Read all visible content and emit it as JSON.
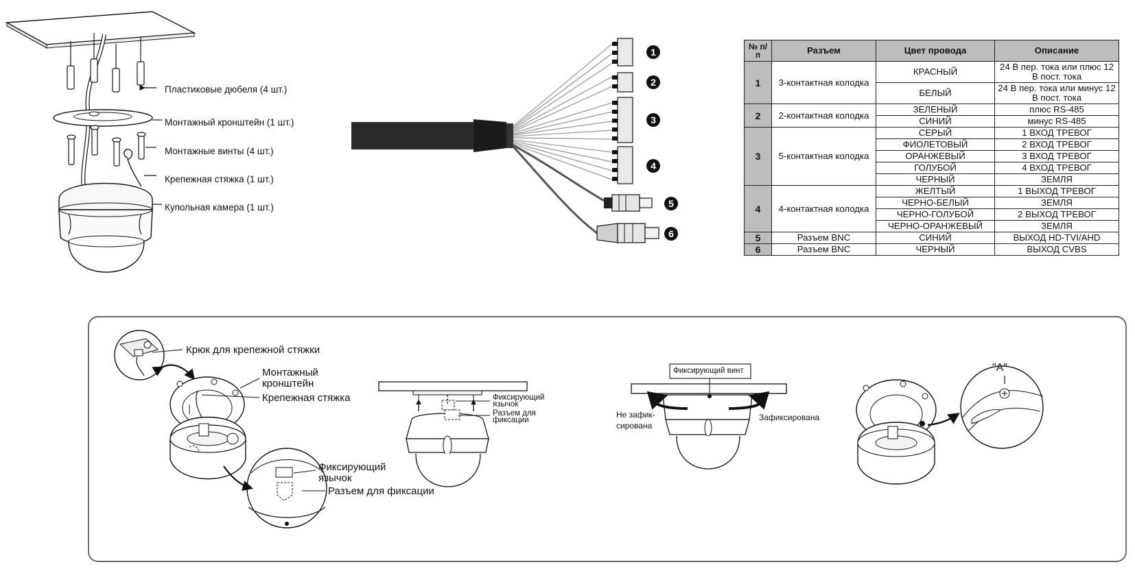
{
  "mounting": {
    "labels": {
      "plugs": "Пластиковые дюбеля (4 шт.)",
      "bracket": "Монтажный кронштейн (1 шт.)",
      "screws": "Монтажные винты (4 шт.)",
      "tie": "Крепежная стяжка (1 шт.)",
      "camera": "Купольная камера (1 шт.)"
    }
  },
  "cable": {
    "markers": [
      "1",
      "2",
      "3",
      "4",
      "5",
      "6"
    ]
  },
  "table": {
    "headers": {
      "num": "№ п/п",
      "connector": "Разъем",
      "color": "Цвет провода",
      "description": "Описание"
    },
    "groups": [
      {
        "no": "1",
        "connector": "3-контактная колодка",
        "rows": [
          {
            "color": "КРАСНЫЙ",
            "desc": "24 В пер. тока или плюс 12 В пост. тока"
          },
          {
            "color": "БЕЛЫЙ",
            "desc": "24 В пер. тока или минус 12 В пост. тока"
          }
        ]
      },
      {
        "no": "2",
        "connector": "2-контактная колодка",
        "rows": [
          {
            "color": "ЗЕЛЕНЫЙ",
            "desc": "плюс RS-485"
          },
          {
            "color": "СИНИЙ",
            "desc": "минус RS-485"
          }
        ]
      },
      {
        "no": "3",
        "connector": "5-контактная колодка",
        "rows": [
          {
            "color": "СЕРЫЙ",
            "desc": "1 ВХОД ТРЕВОГ"
          },
          {
            "color": "ФИОЛЕТОВЫЙ",
            "desc": "2 ВХОД ТРЕВОГ"
          },
          {
            "color": "ОРАНЖЕВЫЙ",
            "desc": "3 ВХОД ТРЕВОГ"
          },
          {
            "color": "ГОЛУБОЙ",
            "desc": "4 ВХОД ТРЕВОГ"
          },
          {
            "color": "ЧЕРНЫЙ",
            "desc": "ЗЕМЛЯ"
          }
        ]
      },
      {
        "no": "4",
        "connector": "4-контактная колодка",
        "rows": [
          {
            "color": "ЖЕЛТЫЙ",
            "desc": "1 ВЫХОД ТРЕВОГ"
          },
          {
            "color": "ЧЕРНО-БЕЛЫЙ",
            "desc": "ЗЕМЛЯ"
          },
          {
            "color": "ЧЕРНО-ГОЛУБОЙ",
            "desc": "2 ВЫХОД ТРЕВОГ"
          },
          {
            "color": "ЧЕРНО-ОРАНЖЕВЫЙ",
            "desc": "ЗЕМЛЯ"
          }
        ]
      },
      {
        "no": "5",
        "connector": "Разъем BNC",
        "rows": [
          {
            "color": "СИНИЙ",
            "desc": "ВЫХОД HD-TVI/AHD"
          }
        ]
      },
      {
        "no": "6",
        "connector": "Разъем BNC",
        "rows": [
          {
            "color": "ЧЕРНЫЙ",
            "desc": "ВЫХОД CVBS"
          }
        ]
      }
    ]
  },
  "install": {
    "hook": "Крюк для крепежной стяжки",
    "bracket_line1": "Монтажный",
    "bracket_line2": "кронштейн",
    "tie": "Крепежная стяжка",
    "tab_line1": "Фиксирующий",
    "tab_line2": "язычок",
    "slot": "Разъем для фиксации",
    "side_tab_line1": "Фиксирующий",
    "side_tab_line2": "язычок",
    "side_slot_line1": "Разъем для",
    "side_slot_line2": "фиксации",
    "screw": "Фиксирующий винт",
    "unlocked_line1": "Не зафик-",
    "unlocked_line2": "сирована",
    "locked": "Зафиксирована",
    "detail_a": "\"A\""
  },
  "colors": {
    "line": "#111111",
    "dome": "#f2f2f2",
    "cable": "#2b2b2b",
    "wire": "#9a9a9a",
    "header": "#bdbdbd"
  }
}
